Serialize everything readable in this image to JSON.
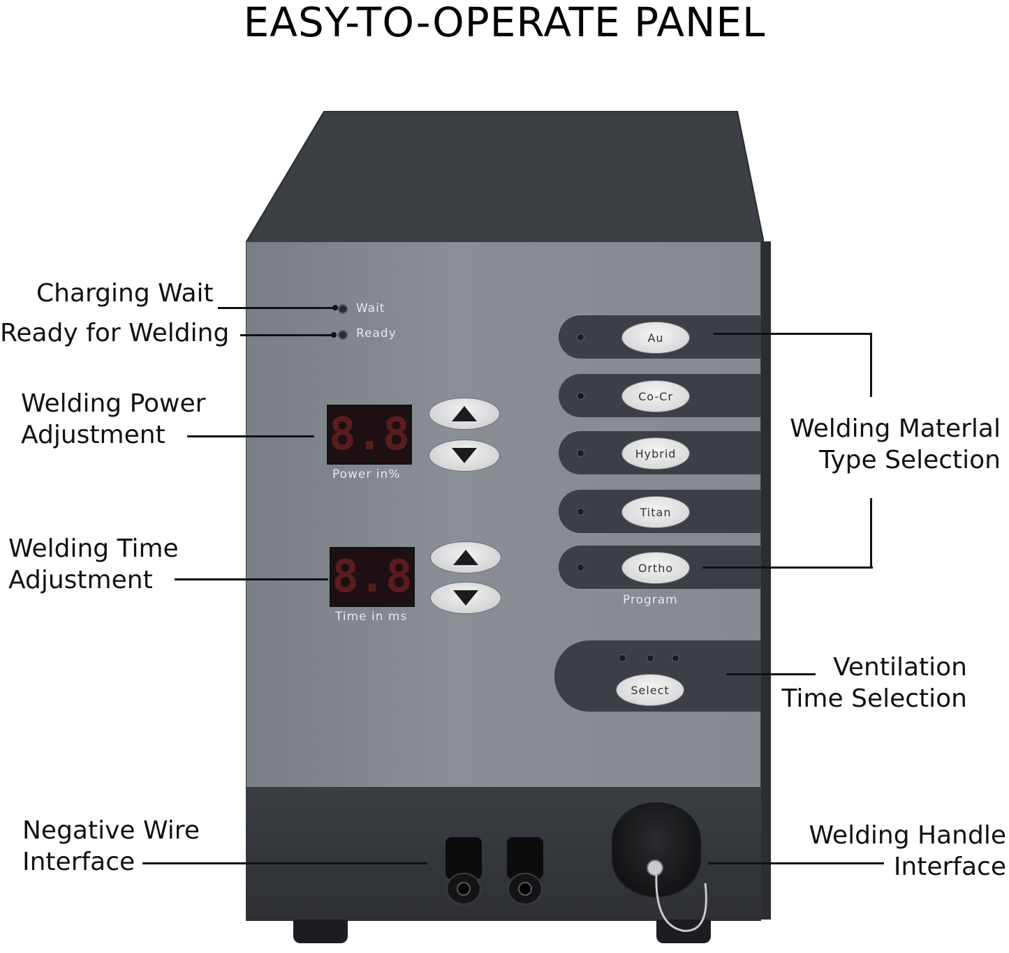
{
  "title": "EASY-TO-OPERATE PANEL",
  "callouts": {
    "charging_wait": "Charging Wait",
    "ready_for_welding": "Ready for Welding",
    "power_line1": "Welding Power",
    "power_line2": "Adjustment",
    "time_line1": "Welding Time",
    "time_line2": "Adjustment",
    "negative_line1": "Negative Wire",
    "negative_line2": "Interface",
    "material_line1": "Welding Materlal",
    "material_line2": "Type Selection",
    "ventilation_line1": "Ventilation",
    "ventilation_line2": "Time Selection",
    "handle_line1": "Welding Handle",
    "handle_line2": "Interface"
  },
  "panel": {
    "wait_label": "Wait",
    "ready_label": "Ready",
    "power_display": "8.8",
    "power_label": "Power  in%",
    "time_display": "8.8",
    "time_label": "Time  in  ms",
    "materials": [
      "Au",
      "Co-Cr",
      "Hybrid",
      "Titan",
      "Ortho"
    ],
    "program_label": "Program",
    "select_label": "Select"
  },
  "colors": {
    "panel": "#858990",
    "strip": "#3c3f46",
    "display_bg": "#1e1012",
    "display_digits": "#5a1d1e"
  },
  "icons": {
    "up": "triangle-up-icon",
    "down": "triangle-down-icon"
  }
}
